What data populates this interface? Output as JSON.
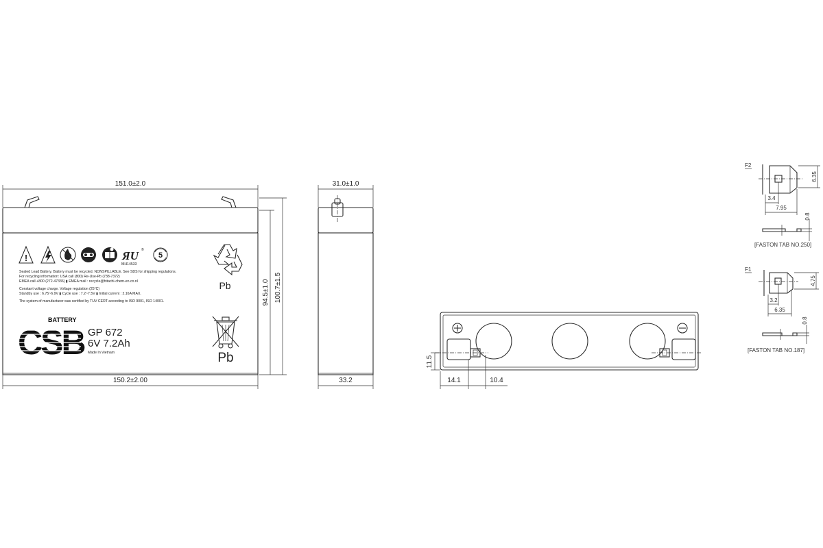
{
  "label": {
    "brand_word": "BATTERY",
    "model": "GP 672",
    "rating": "6V 7.2Ah",
    "origin": "Made In Vietnam",
    "ul_code": "MH14533",
    "pb_recycle": "Pb",
    "pb_bin": "Pb",
    "cycle_badge": "5",
    "text_lines": [
      "Sealed Lead Battery. Battery must be recycled. NONSPILLABLE. See SDS for shipping regulations.",
      "For recycling information: USA call (800) Re-Use-Pb (738-7372)",
      "EMEA call +800 (272-47336)  ▮ EMEA mail : recycle@hitachi-chem-en.co.nl",
      "Constant voltage charge. Voltage regulation (25°C)",
      "Standby use : 6.75~6.9V  ▮ Cycle use : 7.2~7.5V  ▮ Initial current : 2.16A MAX.",
      "The system of manufacturer was certified by TUV CERT according to ISO 9001, ISO 14001."
    ]
  },
  "dimensions": {
    "front_top": "151.0±2.0",
    "front_bottom": "150.2±2.00",
    "height_inner": "94.5±1.0",
    "height_total": "100.7±1.5",
    "side_top": "31.0±1.0",
    "side_bottom": "33.2",
    "top_height": "11.5",
    "top_x1": "14.1",
    "top_x2": "10.4"
  },
  "terminals": {
    "f2": {
      "label": "F2",
      "dim_height": "6.35",
      "dim_a": "3.4",
      "dim_b": "7.95",
      "dim_thick": "0.8",
      "caption": "[FASTON TAB NO.250]"
    },
    "f1": {
      "label": "F1",
      "dim_height": "4.75",
      "dim_a": "3.2",
      "dim_b": "6.35",
      "dim_thick": "0.8",
      "caption": "[FASTON TAB NO.187]"
    }
  },
  "colors": {
    "line": "#2b2b2b",
    "background": "#ffffff"
  },
  "icons": [
    "warning-icon",
    "electric-hazard-icon",
    "no-fire-icon",
    "eye-protection-icon",
    "read-manual-icon",
    "ul-recognized-icon",
    "cycle-5-icon",
    "recycle-pb-icon",
    "crossed-bin-icon",
    "positive-terminal-icon",
    "negative-terminal-icon"
  ]
}
